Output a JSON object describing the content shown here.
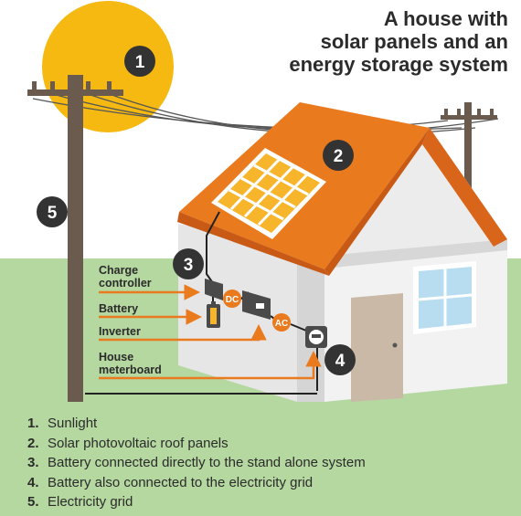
{
  "title": {
    "line1": "A house with",
    "line2": "solar panels and an",
    "line3": "energy storage system"
  },
  "markers": [
    "1",
    "2",
    "3",
    "4",
    "5"
  ],
  "component_labels": {
    "charge_controller_1": "Charge",
    "charge_controller_2": "controller",
    "battery": "Battery",
    "inverter": "Inverter",
    "meterboard_1": "House",
    "meterboard_2": "meterboard"
  },
  "device_labels": {
    "dc": "DC",
    "ac": "AC"
  },
  "legend": [
    {
      "number": "1.",
      "text": "Sunlight"
    },
    {
      "number": "2.",
      "text": "Solar photovoltaic roof panels"
    },
    {
      "number": "3.",
      "text": "Battery connected directly to the stand alone system"
    },
    {
      "number": "4.",
      "text": "Battery also connected to the electricity grid"
    },
    {
      "number": "5.",
      "text": "Electricity grid"
    }
  ],
  "colors": {
    "sun": "#f6b912",
    "grass": "#b5d7a0",
    "roof": "#ea7a1e",
    "roof_dark": "#d9651a",
    "wall": "#efefef",
    "wall_shadow": "#dedede",
    "pole": "#6b5a4e",
    "accent": "#ea7a1e",
    "marker": "#333333",
    "panel": "#f7b52c",
    "window": "#b8dcf0",
    "door": "#c9b9a6",
    "text": "#2b2b2b"
  }
}
